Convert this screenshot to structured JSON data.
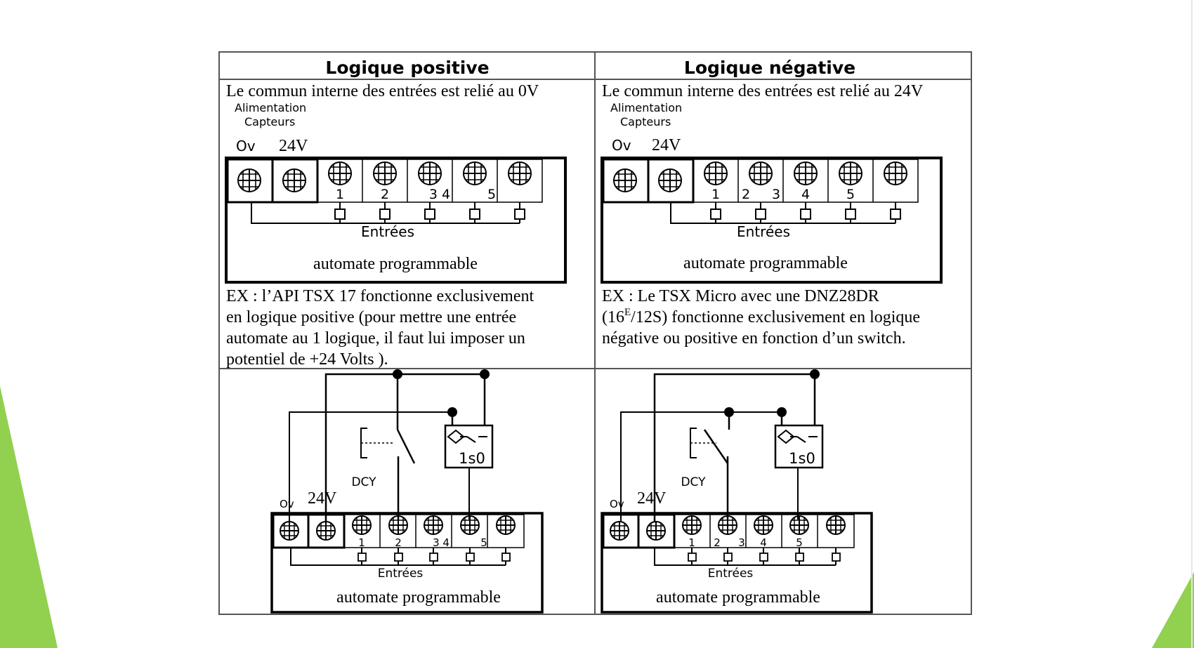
{
  "left": {
    "header": "Logique positive",
    "common_text": "Le commun interne des entrées est relié au 0V",
    "supply_label_line1": "Alimentation",
    "supply_label_line2": "Capteurs",
    "terminal_0v": "Ov",
    "terminal_24v": "24V",
    "input_numbers": [
      "1",
      "2",
      "3 4",
      "5"
    ],
    "inputs_label": "Entrées",
    "plc_label": "automate programmable",
    "example_lines": [
      "EX : l’API TSX 17 fonctionne exclusivement",
      "en logique positive (pour mettre une entrée",
      "automate au 1 logique, il faut lui imposer un",
      "potentiel de +24 Volts )."
    ],
    "switch_label": "DCY",
    "sensor_label": "1s0"
  },
  "right": {
    "header": "Logique négative",
    "common_text": "Le commun interne des entrées est relié au 24V",
    "supply_label_line1": "Alimentation",
    "supply_label_line2": "Capteurs",
    "terminal_0v": "Ov",
    "terminal_24v": "24V",
    "input_numbers": [
      "1",
      "2",
      "3",
      "4",
      "5"
    ],
    "inputs_label": "Entrées",
    "plc_label": "automate programmable",
    "example_line1_a": "EX : Le TSX Micro avec une DNZ28DR",
    "example_line2_a": "(16",
    "example_line2_sup": "E",
    "example_line2_b": "/12S) fonctionne exclusivement en logique",
    "example_line3": "négative ou positive en fonction d’un switch.",
    "switch_label": "DCY",
    "sensor_label": "1s0"
  },
  "colors": {
    "accent_green": "#92d050",
    "line": "#000000",
    "border": "#555555"
  }
}
